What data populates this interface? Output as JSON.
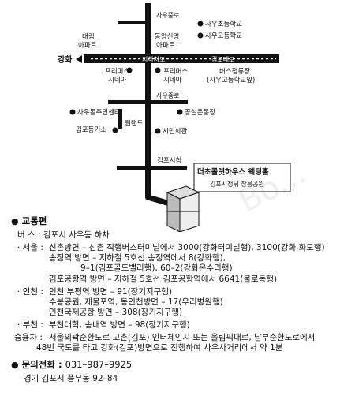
{
  "map": {
    "areas": {
      "daerim": "대림\n아파트",
      "dongyang": "동양신명\n아파트",
      "premus_left": "프리머스\n시네마",
      "premus_right": "프리머스\n시네마",
      "bus_stop": "버스정류장\n(사우고등학교앞)"
    },
    "roads": {
      "saujung_top": "사우중로",
      "saujung_mid": "사우중로",
      "jihachado": "지하차도",
      "gimpo_daero": "김포대로"
    },
    "places": {
      "sau_elementary": "사우초등학교",
      "sau_high": "사우고등학교",
      "gangwha": "강화",
      "sau_community": "사우동주민센터",
      "gongsul_stadium": "공설운동장",
      "won_land": "원랜드",
      "gimpo_police": "김포등기소",
      "civil_hall": "시민회관",
      "city_hall": "김포시청",
      "venue_name": "더초콜렛하우스 웨딩홀",
      "venue_sub": "김포시청뒤 장릉공원"
    },
    "watermark": "Bo..."
  },
  "info": {
    "transport_heading": "교통편",
    "bus_label": "버   스 : 김포시 사우동 하차",
    "seoul_label": "· 서울 :",
    "seoul_line1": "신촌방면 – 신촌 직행버스터미널에서 3000(강화터미널행), 3100(강화 화도행)",
    "seoul_line2": "송정역 방면 – 지하철 5호선 송정역에서 8(강화행),",
    "seoul_line3": "9–1(김포골드밸리행), 60–2(강화온수리행)",
    "seoul_line4": "김포공항역 방면 – 지하철 5호선 김포공항역에서 6641(불로동행)",
    "incheon_label": "· 인천 :",
    "incheon_line1": "인천 부평역 방면 – 91(장기지구행)",
    "incheon_line2": "수봉공원, 제물포역, 동인천방면 – 17(우리병원행)",
    "incheon_line3": "인천국제공항 방면 – 308(장기지구행)",
    "bucheon_label": "· 부천 :",
    "bucheon_line1": "부천대학, 송내역 방면 – 98(장기지구행)",
    "car_label": "승용차 :",
    "car_line1": "서울외곽순환도로 고촌(김포) 인터체인지 또는 올림픽대로, 남부순환도로에서",
    "car_line2": "48번 국도를 타고 강화(김포)방면으로 진행하여 사우사거리에서 약 1분",
    "contact_heading": "문의전화 :",
    "contact_number": "031–987–9925",
    "address": "경기 김포시 풍무동 92–84"
  }
}
